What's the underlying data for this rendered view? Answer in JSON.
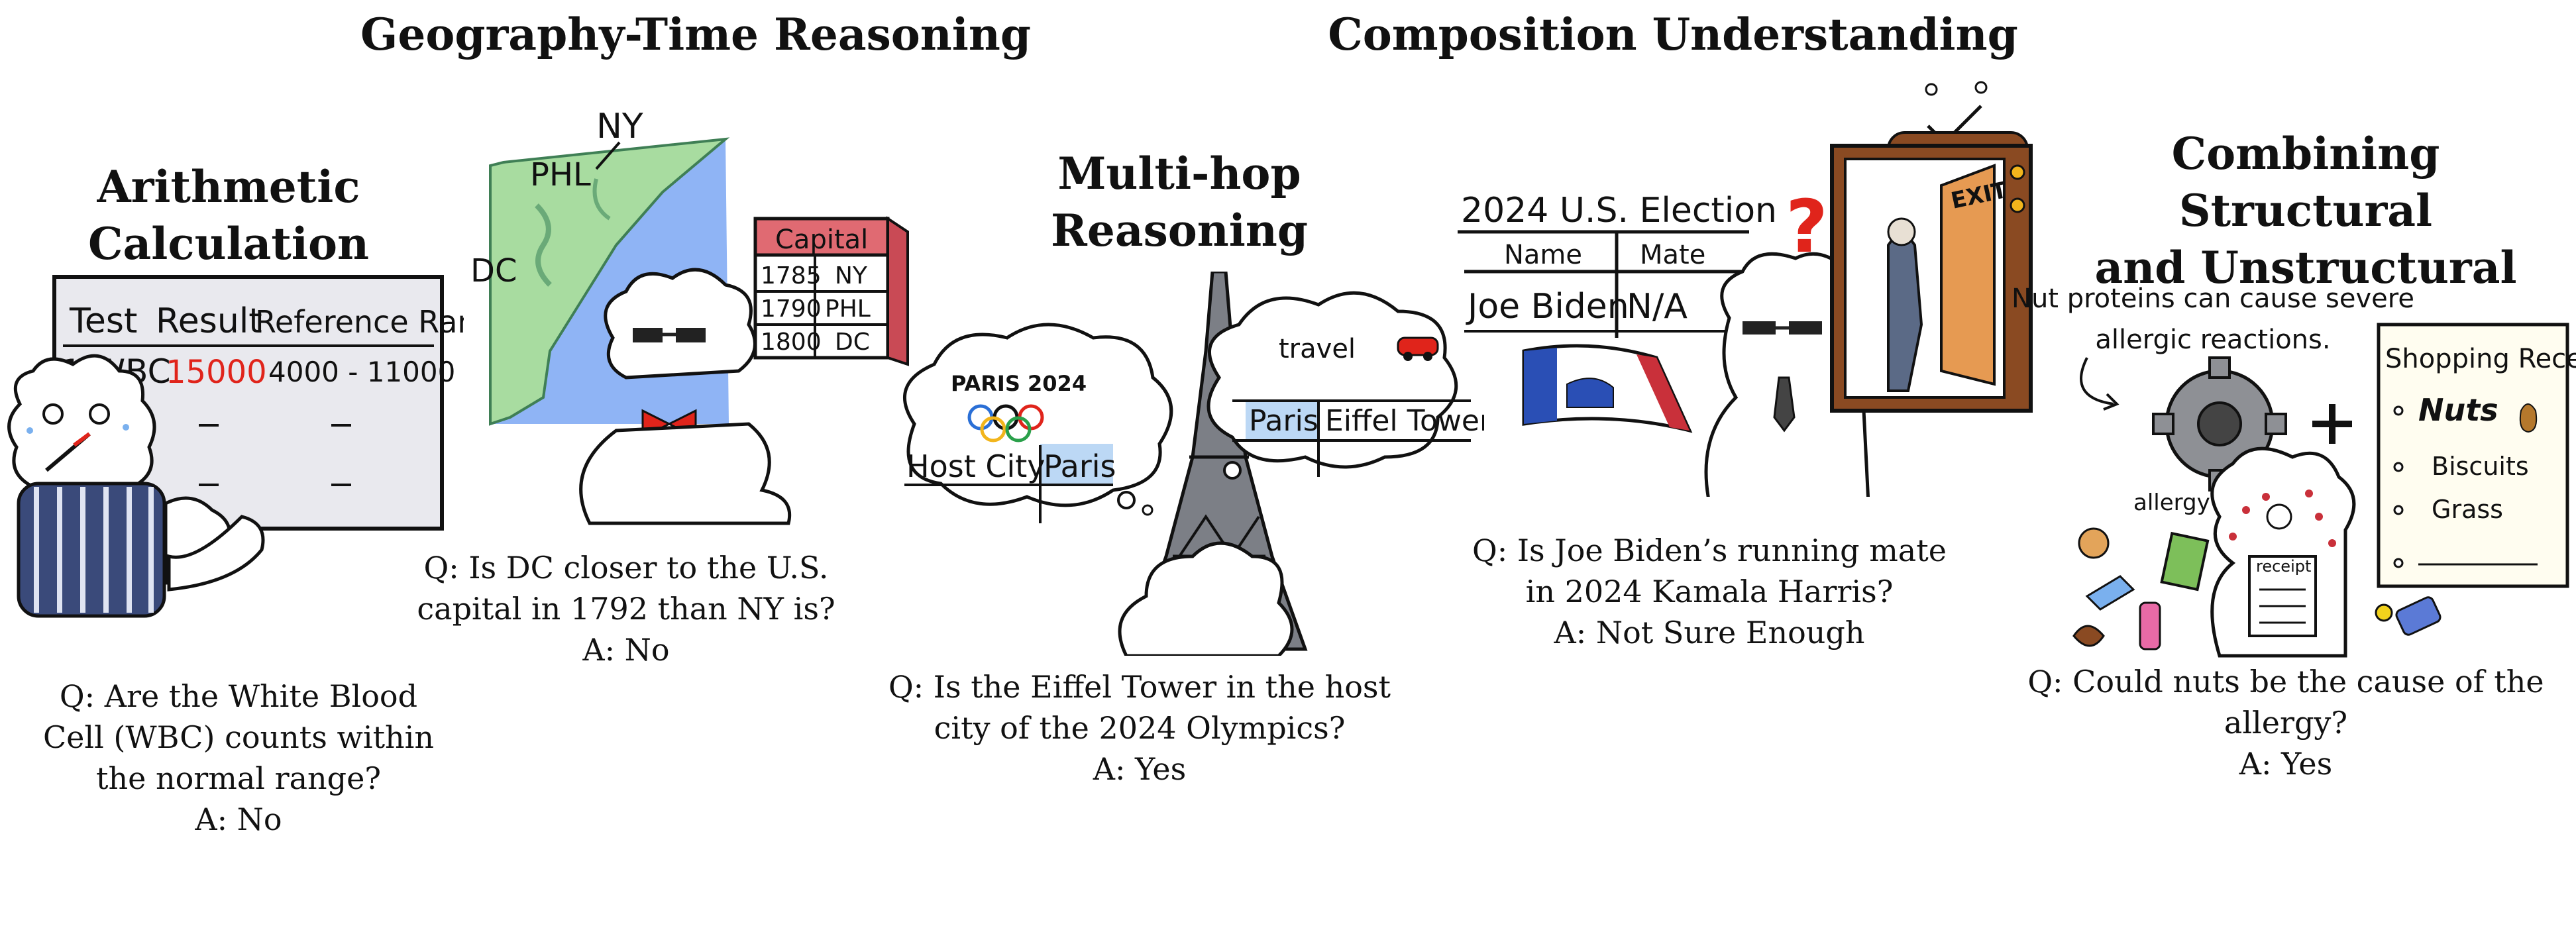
{
  "titles": {
    "geo_time": "Geography-Time Reasoning",
    "composition": "Composition Understanding",
    "arithmetic": "Arithmetic\nCalculation",
    "multihop": "Multi-hop\nReasoning",
    "combining": "Combining Structural\nand Unstructural"
  },
  "arithmetic": {
    "table_header": [
      "Test",
      "Result",
      "Reference Range"
    ],
    "row_test": "1.WBC",
    "row_result": "15000",
    "row_range": "4000 - 11000",
    "question": "Q: Are the White Blood\nCell (WBC) counts within\nthe normal range?",
    "answer": "A: No",
    "result_color": "#e0241b"
  },
  "geo_time": {
    "map_labels": [
      "NY",
      "PHL",
      "DC"
    ],
    "calendar_title": "Capital",
    "calendar_rows": [
      [
        "1785",
        "NY"
      ],
      [
        "1790",
        "PHL"
      ],
      [
        "1800",
        "DC"
      ]
    ],
    "question": "Q: Is DC closer to the U.S.\ncapital in 1792 than NY is?",
    "answer": "A: No",
    "water_color": "#8fb4f5",
    "land_color": "#a8dca0"
  },
  "multihop": {
    "olympics_title": "PARIS 2024",
    "bubble1": [
      "Host City",
      "Paris"
    ],
    "bubble2_title": "travel",
    "bubble2": [
      "Paris",
      "Eiffel Tower"
    ],
    "question": "Q: Is the Eiffel Tower in the host\ncity of the 2024 Olympics?",
    "answer": "A: Yes"
  },
  "composition": {
    "table_title": "2024 U.S. Election",
    "table_header": [
      "Name",
      "Mate"
    ],
    "table_row": [
      "Joe Biden",
      "N/A"
    ],
    "exit_sign": "EXIT",
    "question": "Q: Is Joe Biden’s running mate\nin 2024 Kamala Harris?",
    "answer": "A: Not Sure Enough"
  },
  "combining": {
    "fact_text": "Nut proteins can cause severe\nallergic reactions.",
    "receipt_title": "Shopping Receipt",
    "receipt_items": [
      "Nuts",
      "Biscuits",
      "Grass"
    ],
    "allergy_label": "allergy",
    "receipt_small": "receipt",
    "question": "Q: Could nuts be the cause of the\nallergy?",
    "answer": "A: Yes"
  }
}
